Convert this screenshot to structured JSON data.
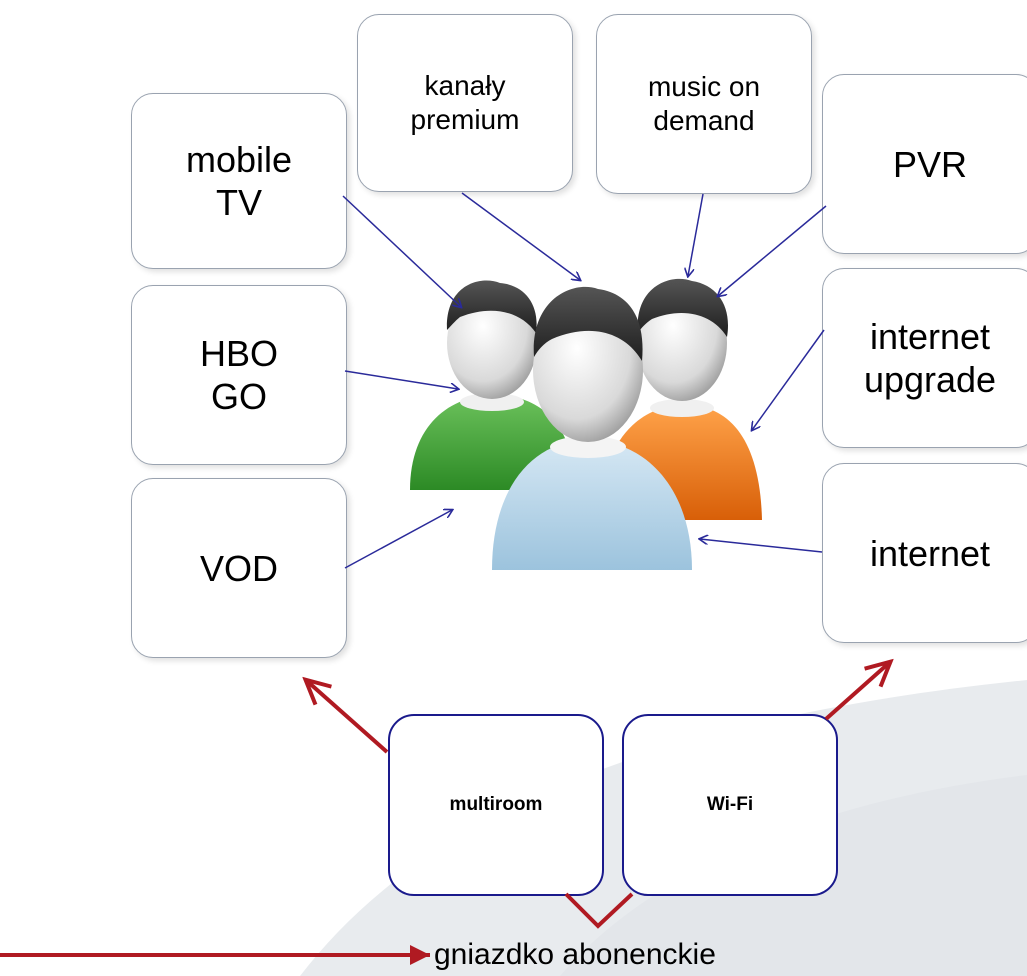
{
  "services": {
    "mobile_tv": "mobile\nTV",
    "kanaly_premium": "kanały\npremium",
    "music_on_demand": "music on\ndemand",
    "pvr": "PVR",
    "hbo_go": "HBO\nGO",
    "internet_upgrade": "internet\nupgrade",
    "vod": "VOD",
    "internet": "internet"
  },
  "features": {
    "multiroom": "multiroom",
    "wifi": "Wi-Fi"
  },
  "socket_label": "gniazdko abonenckie",
  "colors": {
    "service_arrow": "#2a2a9a",
    "feature_arrow": "#b01a22",
    "feature_border": "#1a1a8c",
    "person_left_shirt": "#3fa535",
    "person_center_shirt": "#b8d6ea",
    "person_right_shirt": "#f07a18",
    "person_hair": "#2c2c2c",
    "swoosh": "#e8ebee"
  },
  "icons": {
    "users": "users-group-icon"
  }
}
